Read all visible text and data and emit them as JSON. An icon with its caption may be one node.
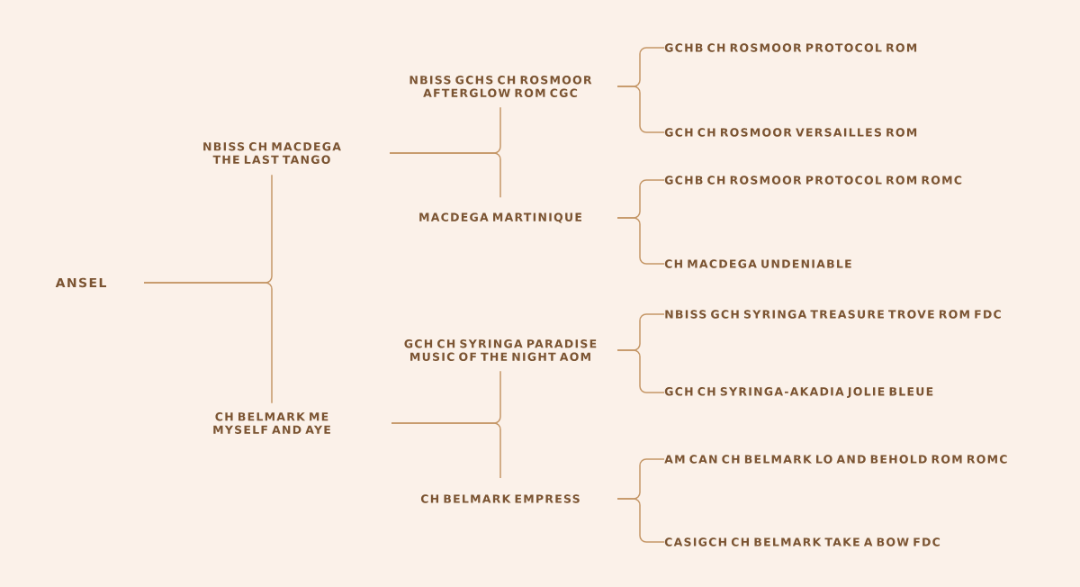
{
  "diagram": {
    "nodes": [
      {
        "text": [
          "ANSEL"
        ]
      },
      {
        "text": [
          "NBISS CH MACDEGA THE LAST TANGO"
        ]
      },
      {
        "text": [
          "CH BELMARK ME MYSELF AND AYE"
        ]
      },
      {
        "text": [
          "NBISS GCHS CH ROSMOOR AFTERGLOW ROM CGC"
        ]
      },
      {
        "text": [
          "MACDEGA MARTINIQUE"
        ]
      },
      {
        "text": [
          "GCH CH SYRINGA PARADISE MUSIC OF THE NIGHT AOM"
        ]
      },
      {
        "text": [
          "CH BELMARK EMPRESS"
        ]
      },
      {
        "text": [
          "GCHB CH ROSMOOR PROTOCOL ROM"
        ]
      },
      {
        "text": [
          "GCH CH ROSMOOR VERSAILLES ROM"
        ]
      },
      {
        "text": [
          "GCHB CH ROSMOOR PROTOCOL ROM ROMC"
        ]
      },
      {
        "text": [
          "CH MACDEGA UNDENIABLE"
        ]
      },
      {
        "text": [
          "NBISS GCH SYRINGA TREASURE TROVE ROM FDC"
        ]
      },
      {
        "text": [
          "GCH CH SYRINGA-AKADIA JOLIE BLEUE"
        ]
      },
      {
        "text": [
          "AM CAN CH BELMARK LO AND BEHOLD ROM ROMC"
        ]
      },
      {
        "text": [
          "CASIGCH CH BELMARK TAKE A BOW FDC"
        ]
      }
    ],
    "edges": [
      {
        "from": 0,
        "to": 1,
        "arrow": "none"
      },
      {
        "from": 0,
        "to": 2,
        "arrow": "none"
      },
      {
        "from": 1,
        "to": 3,
        "arrow": "none"
      },
      {
        "from": 1,
        "to": 4,
        "arrow": "none"
      },
      {
        "from": 2,
        "to": 5,
        "arrow": "none"
      },
      {
        "from": 2,
        "to": 6,
        "arrow": "none"
      },
      {
        "from": 3,
        "to": 7,
        "arrow": "none"
      },
      {
        "from": 3,
        "to": 8,
        "arrow": "none"
      },
      {
        "from": 4,
        "to": 9,
        "arrow": "none"
      },
      {
        "from": 4,
        "to": 10,
        "arrow": "none"
      },
      {
        "from": 5,
        "to": 11,
        "arrow": "none"
      },
      {
        "from": 5,
        "to": 12,
        "arrow": "none"
      },
      {
        "from": 6,
        "to": 13,
        "arrow": "none"
      },
      {
        "from": 6,
        "to": 14,
        "arrow": "none"
      }
    ]
  }
}
